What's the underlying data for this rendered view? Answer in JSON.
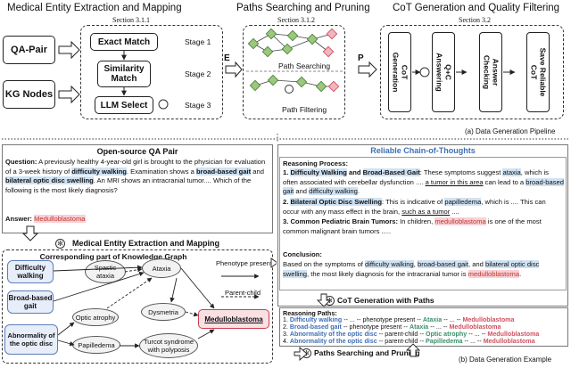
{
  "pipeline": {
    "sections": {
      "s1_title": "Medical Entity Extraction and Mapping",
      "s1_ref": "Section 3.1.1",
      "s2_title": "Paths Searching and Pruning",
      "s2_ref": "Section 3.1.2",
      "s3_title": "CoT Generation and Quality Filtering",
      "s3_ref": "Section  3.2"
    },
    "inputs": {
      "qa": "QA-Pair",
      "kg": "KG Nodes"
    },
    "stages": {
      "exact": "Exact Match",
      "similarity": "Similarity Match",
      "llm": "LLM Select",
      "stage1": "Stage 1",
      "stage2": "Stage 2",
      "stage3": "Stage 3"
    },
    "arrow_e": "E",
    "arrow_p": "P",
    "path_searching": "Path Searching",
    "path_filtering": "Path Filtering",
    "cot_steps": [
      "CoT Generation",
      "Q+C Answering",
      "Answer Checking",
      "Save Reliable CoT"
    ],
    "caption": "(a) Data Generation Pipeline"
  },
  "example": {
    "qa_title": "Open-source QA Pair",
    "question_label": "Question:",
    "question_parts": [
      "A previously healthy 4-year-old girl is brought to the physician for evaluation of a 3-week history of ",
      "difficulty walking",
      ". Examination shows a ",
      "broad-based gait",
      " and ",
      "bilateral optic disc swelling",
      ". An MRI shows an intracranial tumor.... Which of the following is the most likely diagnosis?"
    ],
    "answer_label": "Answer:",
    "answer": "Medulloblastoma",
    "extract_title": "Medical Entity Extraction and Mapping",
    "kg_title": "Corresponding part of Knowledge Graph",
    "kg_nodes": {
      "difficulty_walking": "Difficulty walking",
      "broad_gait": "Broad-based gait",
      "abnormality": "Abnormality of the optic disc",
      "spastic": "Spastic ataxia",
      "ataxia": "Ataxia",
      "optic_atrophy": "Optic atrophy",
      "dysmetria": "Dysmetria",
      "papilledema": "Papilledema",
      "turcot": "Turcot syndrome with polyposis",
      "medullo": "Medulloblastoma"
    },
    "legend": {
      "phenotype": "Phenotype present",
      "parent": "Parent-child"
    },
    "cot_title": "Reliable Chain-of-Thoughts",
    "reasoning_title": "Reasoning Process:",
    "r1": [
      "1. ",
      "Difficulty Walking",
      " and ",
      "Broad-Based Gait",
      ": These symptoms suggest ",
      "ataxia",
      ", which is often associated with cerebellar dysfunction .... ",
      "a tumor in this area",
      " can lead to a ",
      "broad-based gait",
      " and ",
      "difficulty walking",
      "."
    ],
    "r2": [
      "2. ",
      "Bilateral Optic Disc Swelling",
      ": This is indicative of ",
      "papilledema",
      ", which is .... This can occur with any mass effect in the brain, ",
      "such as a tumor",
      " ...."
    ],
    "r3": [
      "3. Common Pediatric Brain Tumors:",
      " In children, ",
      "medulloblastoma",
      " is one of the most common malignant brain tumors ....."
    ],
    "conclusion_title": "Conclusion:",
    "conclusion": [
      "Based on the symptoms of ",
      "difficulty walking",
      ", ",
      "broad-based gait",
      ", and ",
      "bilateral optic disc swelling",
      ", the most likely diagnosis for the intracranial tumor is ",
      "medulloblastoma",
      "."
    ],
    "cot_gen_label": "CoT Generation with Paths",
    "paths_title": "Reasoning Paths:",
    "paths": [
      [
        "1. ",
        "Difficulty walking",
        " -- ... -- phenotype present -- ",
        "Ataxia",
        " -- ... -- ",
        "Medulloblastoma"
      ],
      [
        "2. ",
        "Broad-based gait",
        " -- phenotype present -- ",
        "Ataxia",
        " -- ... -- ",
        "Medulloblastoma"
      ],
      [
        "3. ",
        "Abnormality of the optic disc",
        " -- parent-child -- ",
        "Optic atrophy",
        " -- ... -- ",
        "Medulloblastoma"
      ],
      [
        "4. ",
        "Abnormality of the optic disc",
        " -- parent-child -- ",
        "Papilledema",
        " -- ... -- ",
        "Medulloblastoma"
      ]
    ],
    "search_label": "Paths Searching and Pruning",
    "caption": "(b) Data Generation Example"
  },
  "colors": {
    "blue": "#3f6fb5",
    "green": "#3a8f67",
    "red": "#d0505f",
    "highlight_blue": "#cfe2f3",
    "highlight_red": "#f8d0d6"
  }
}
